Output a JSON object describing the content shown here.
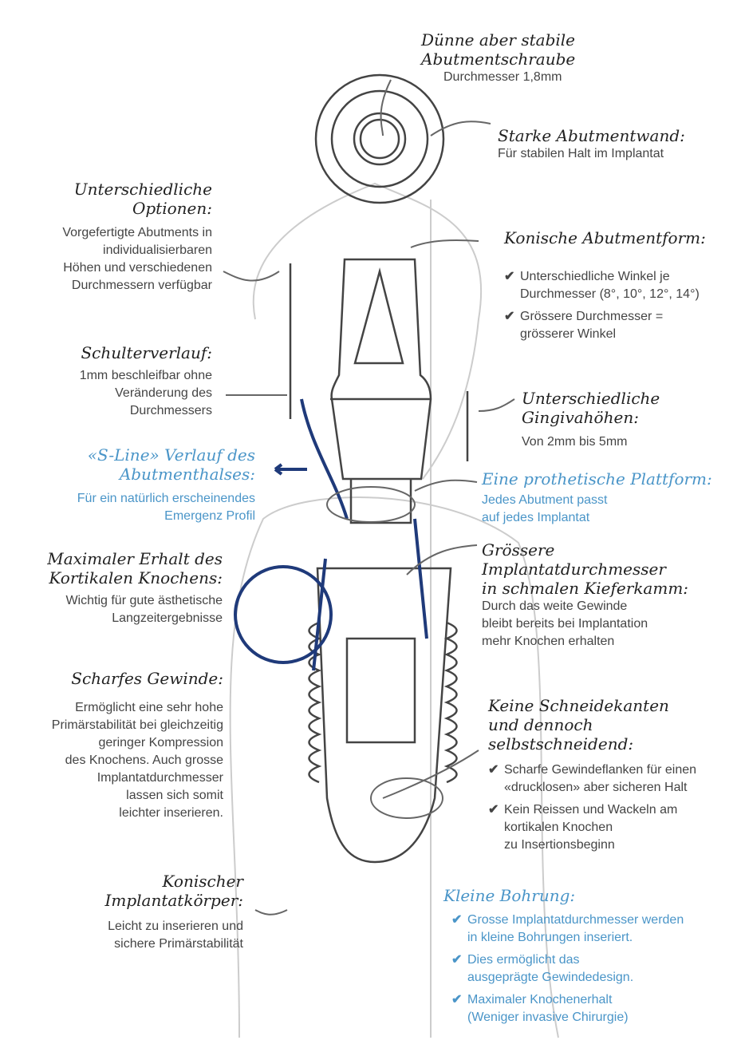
{
  "colors": {
    "text": "#222222",
    "body": "#444444",
    "accent_blue": "#4a95c8",
    "navy": "#1f3a7a",
    "sketch": "#bbbbbb"
  },
  "icons": {
    "check": "check-icon"
  },
  "annotations": {
    "screw": {
      "title1": "Dünne aber stabile",
      "title2": "Abutmentschraube",
      "body": "Durchmesser 1,8mm"
    },
    "wall": {
      "title": "Starke Abutmentwand:",
      "body": "Für stabilen Halt im Implantat"
    },
    "options": {
      "title1": "Unterschiedliche",
      "title2": "Optionen:",
      "body": [
        "Vorgefertigte Abutments in",
        "individualisierbaren",
        "Höhen und verschiedenen",
        "Durchmessern verfügbar"
      ]
    },
    "conical": {
      "title": "Konische Abutmentform:",
      "bullets": [
        [
          "Unterschiedliche Winkel je",
          "Durchmesser (8°, 10°, 12°, 14°)"
        ],
        [
          "Grössere Durchmesser =",
          "grösserer Winkel"
        ]
      ]
    },
    "shoulder": {
      "title": "Schulterverlauf:",
      "body": [
        "1mm beschleifbar ohne",
        "Veränderung des",
        "Durchmessers"
      ]
    },
    "gingiva": {
      "title1": "Unterschiedliche",
      "title2": "Gingivahöhen:",
      "body": "Von 2mm bis 5mm"
    },
    "sline": {
      "title1": "«S-Line» Verlauf des",
      "title2": "Abutmenthalses:",
      "body": [
        "Für ein natürlich erscheinendes",
        "Emergenz Profil"
      ]
    },
    "platform": {
      "title": "Eine prothetische Plattform:",
      "body": [
        "Jedes Abutment passt",
        "auf jedes Implantat"
      ]
    },
    "cortical": {
      "title1": "Maximaler Erhalt des",
      "title2": "Kortikalen Knochens:",
      "body": [
        "Wichtig für gute ästhetische",
        "Langzeitergebnisse"
      ]
    },
    "larger": {
      "title1": "Grössere",
      "title2": "Implantatdurchmesser",
      "title3": "in schmalen Kieferkamm:",
      "body": [
        "Durch das weite Gewinde",
        "bleibt bereits bei Implantation",
        "mehr Knochen erhalten"
      ]
    },
    "thread": {
      "title": "Scharfes Gewinde:",
      "body": [
        "Ermöglicht eine sehr hohe",
        "Primärstabilität bei gleichzeitig",
        "geringer Kompression",
        "des Knochens. Auch grosse",
        "Implantatdurchmesser",
        "lassen sich somit",
        "leichter inserieren."
      ]
    },
    "cutting": {
      "title1": "Keine Schneidekanten",
      "title2": "und dennoch",
      "title3": "selbstschneidend:",
      "bullets": [
        [
          "Scharfe Gewindeflanken für einen",
          "«drucklosen» aber sicheren Halt"
        ],
        [
          "Kein Reissen und Wackeln am",
          "kortikalen Knochen",
          "zu Insertionsbeginn"
        ]
      ]
    },
    "body": {
      "title1": "Konischer",
      "title2": "Implantatkörper:",
      "body": [
        "Leicht zu inserieren und",
        "sichere Primärstabilität"
      ]
    },
    "drill": {
      "title": "Kleine Bohrung:",
      "bullets": [
        [
          "Grosse Implantatdurchmesser werden",
          "in kleine Bohrungen inseriert."
        ],
        [
          "Dies ermöglicht das",
          "ausgeprägte Gewindedesign."
        ],
        [
          "Maximaler Knochenerhalt",
          "(Weniger invasive Chirurgie)"
        ]
      ]
    }
  }
}
